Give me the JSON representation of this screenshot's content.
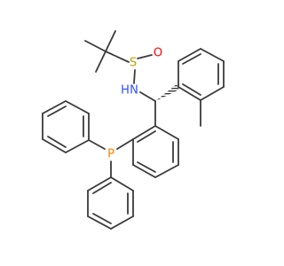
{
  "molecule": {
    "atom_labels": {
      "sulfur": "S",
      "oxygen": "O",
      "nitrogen_h": "H",
      "nitrogen": "N",
      "phosphorus": "P"
    },
    "colors": {
      "bond": "#3a3a3a",
      "sulfur": "#b8a000",
      "oxygen": "#ff0000",
      "nitrogen": "#3050f8",
      "phosphorus": "#ff8000"
    }
  }
}
